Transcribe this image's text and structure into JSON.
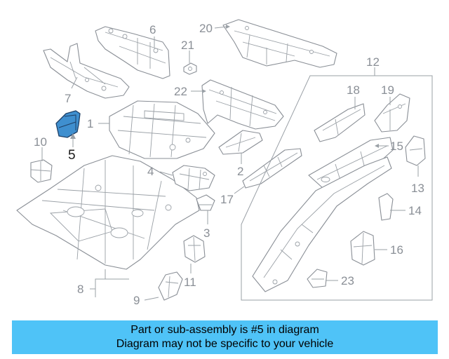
{
  "diagram": {
    "highlighted_part": "5",
    "highlight_color": "#3f8fcf",
    "callouts": [
      "1",
      "2",
      "3",
      "4",
      "5",
      "6",
      "7",
      "8",
      "9",
      "10",
      "11",
      "12",
      "13",
      "14",
      "15",
      "16",
      "17",
      "18",
      "19",
      "20",
      "21",
      "22",
      "23"
    ]
  },
  "banner": {
    "line1": "Part or sub-assembly is #5 in diagram",
    "line2": "Diagram may not be specific to your vehicle",
    "background": "#4fc3f7"
  }
}
